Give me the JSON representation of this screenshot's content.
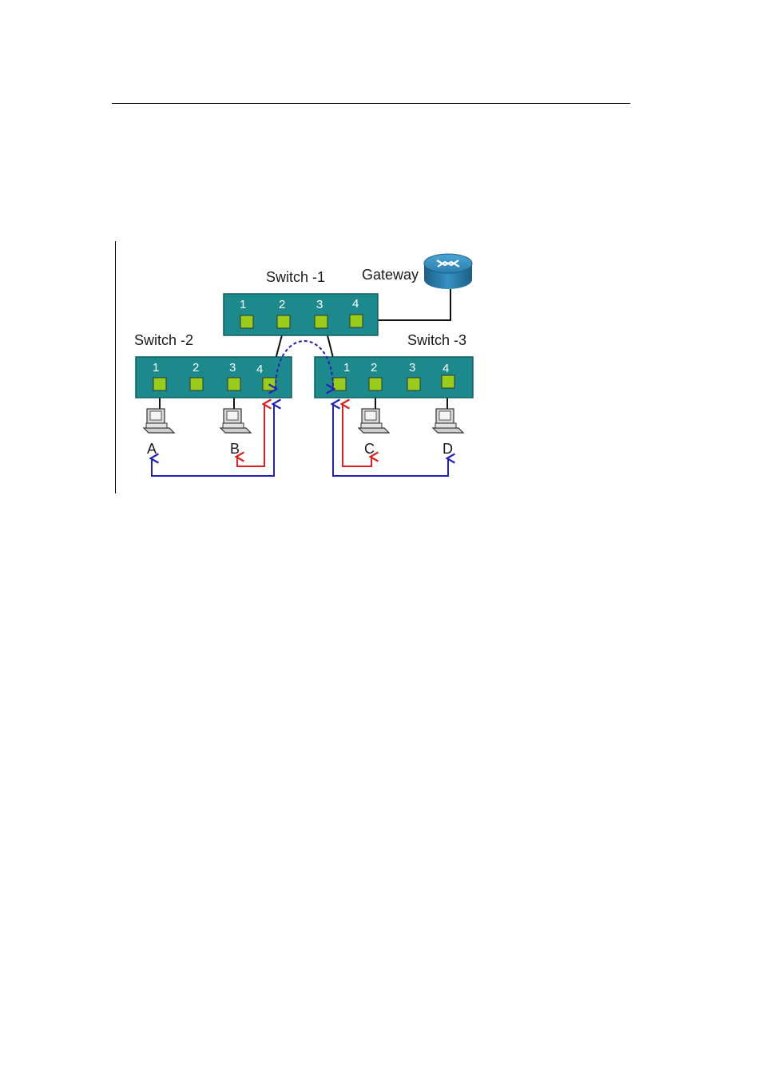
{
  "diagram": {
    "switch1": {
      "label": "Switch -1",
      "ports": [
        "1",
        "2",
        "3",
        "4"
      ]
    },
    "switch2": {
      "label": "Switch -2",
      "ports": [
        "1",
        "2",
        "3",
        "4"
      ]
    },
    "switch3": {
      "label": "Switch -3",
      "ports": [
        "1",
        "2",
        "3",
        "4"
      ]
    },
    "gateway": {
      "label": "Gateway"
    },
    "hosts": [
      "A",
      "B",
      "C",
      "D"
    ],
    "colors": {
      "switch_body": "#1c8a8c",
      "port": "#9acd1a",
      "router": "#2f89b5",
      "red_flow": "#e02020",
      "blue_flow": "#2222bb"
    }
  }
}
